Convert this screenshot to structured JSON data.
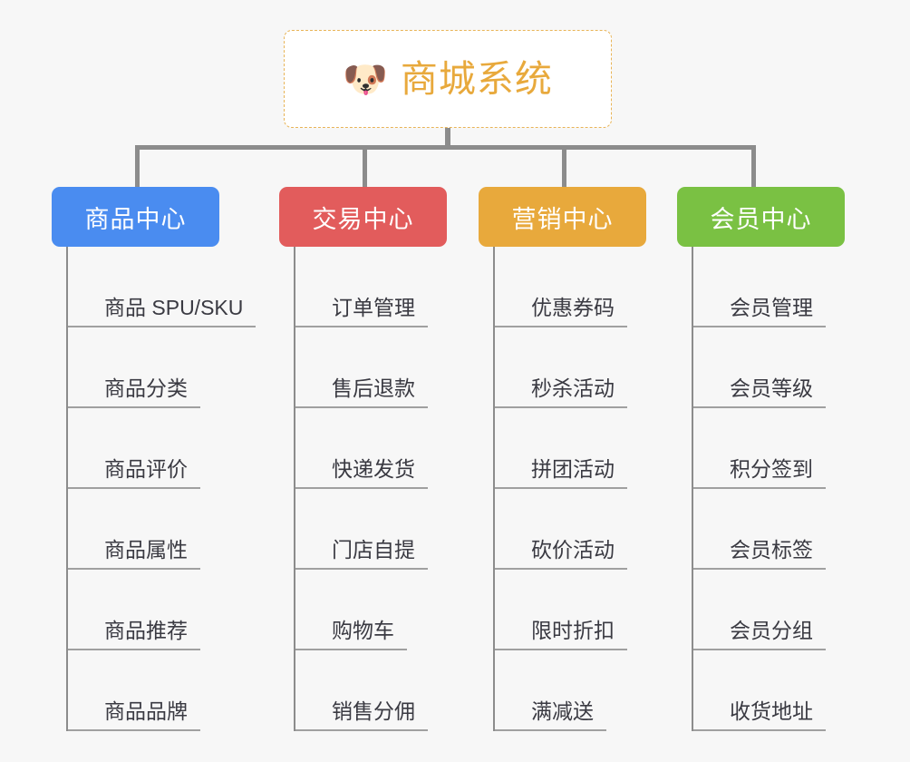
{
  "page": {
    "background_color": "#f7f7f7",
    "type": "mindmap"
  },
  "root": {
    "icon": "dog-face-emoji",
    "emoji": "🐶",
    "title": "商城系统",
    "text_color": "#e8a93c",
    "border_color": "#e8b457",
    "background_color": "#ffffff"
  },
  "connector": {
    "color": "#8c8c8c"
  },
  "branches": [
    {
      "label": "商品中心",
      "color": "#4a8cf0",
      "leaves": [
        {
          "label": "商品 SPU/SKU"
        },
        {
          "label": "商品分类"
        },
        {
          "label": "商品评价"
        },
        {
          "label": "商品属性"
        },
        {
          "label": "商品推荐"
        },
        {
          "label": "商品品牌"
        }
      ]
    },
    {
      "label": "交易中心",
      "color": "#e25c5c",
      "leaves": [
        {
          "label": "订单管理"
        },
        {
          "label": "售后退款"
        },
        {
          "label": "快递发货"
        },
        {
          "label": "门店自提"
        },
        {
          "label": "购物车"
        },
        {
          "label": "销售分佣"
        }
      ]
    },
    {
      "label": "营销中心",
      "color": "#e8a93c",
      "leaves": [
        {
          "label": "优惠券码"
        },
        {
          "label": "秒杀活动"
        },
        {
          "label": "拼团活动"
        },
        {
          "label": "砍价活动"
        },
        {
          "label": "限时折扣"
        },
        {
          "label": "满减送"
        }
      ]
    },
    {
      "label": "会员中心",
      "color": "#7ac143",
      "leaves": [
        {
          "label": "会员管理"
        },
        {
          "label": "会员等级"
        },
        {
          "label": "积分签到"
        },
        {
          "label": "会员标签"
        },
        {
          "label": "会员分组"
        },
        {
          "label": "收货地址"
        }
      ]
    }
  ]
}
